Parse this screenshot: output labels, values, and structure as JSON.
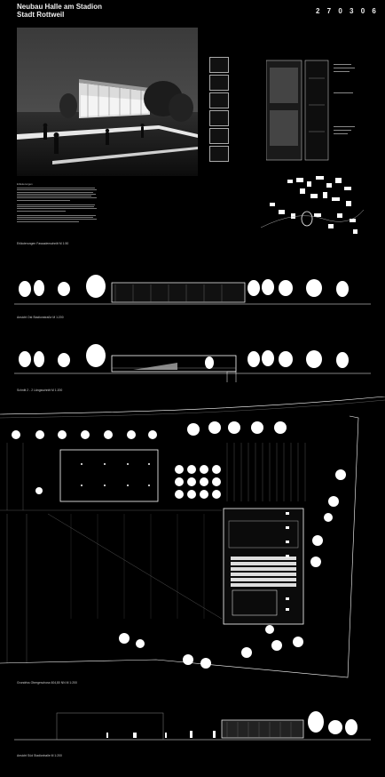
{
  "header": {
    "title_line1": "Neubau Halle am Stadion",
    "title_line2": "Stadt Rottweil",
    "code": "2 7 0 3 0 6"
  },
  "captions": {
    "facade": "Erläuterungen Fassadenschnitt M 1:50",
    "elevation_west": "Ansicht Ost Stadionstraße M 1:200",
    "section": "Schnitt 2 - 2 Längsschnitt M 1:200",
    "floorplan": "Grundriss Obergeschoss 604,80 NN M 1:200",
    "elevation_south": "Ansicht Süd Stadionhalle M 1:200"
  },
  "colors": {
    "background": "#000000",
    "line": "#ffffff",
    "dim": "#8a8a8a"
  }
}
